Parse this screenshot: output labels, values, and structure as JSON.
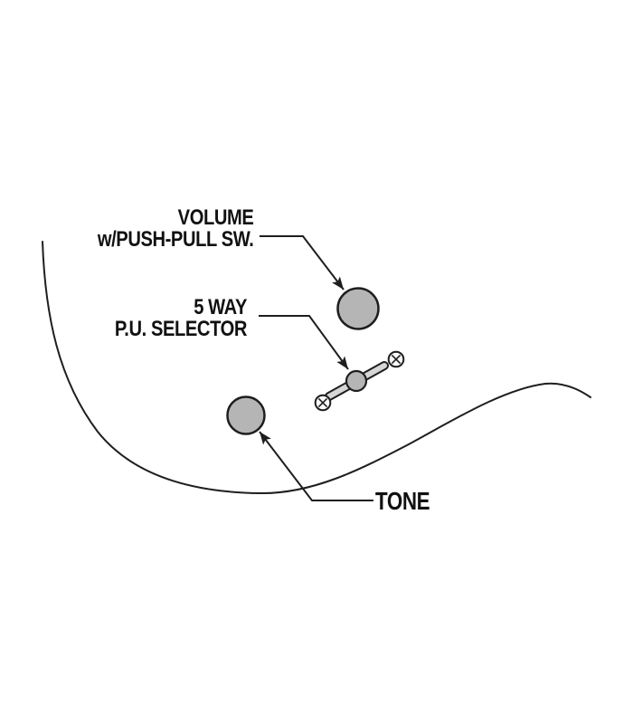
{
  "diagram": {
    "type": "guitar-control-layout-diagram",
    "labels": {
      "volume": {
        "line1": "VOLUME",
        "line2": "w/PUSH-PULL SW."
      },
      "selector": {
        "line1": "5 WAY",
        "line2": "P.U. SELECTOR"
      },
      "tone": {
        "label": "TONE"
      }
    },
    "colors": {
      "background": "#ffffff",
      "line": "#1e1e1e",
      "text": "#111111",
      "knob_fill": "#b5b5b5",
      "lever_fill": "#d6d6d6",
      "screw_fill": "#fbfbfb"
    }
  }
}
